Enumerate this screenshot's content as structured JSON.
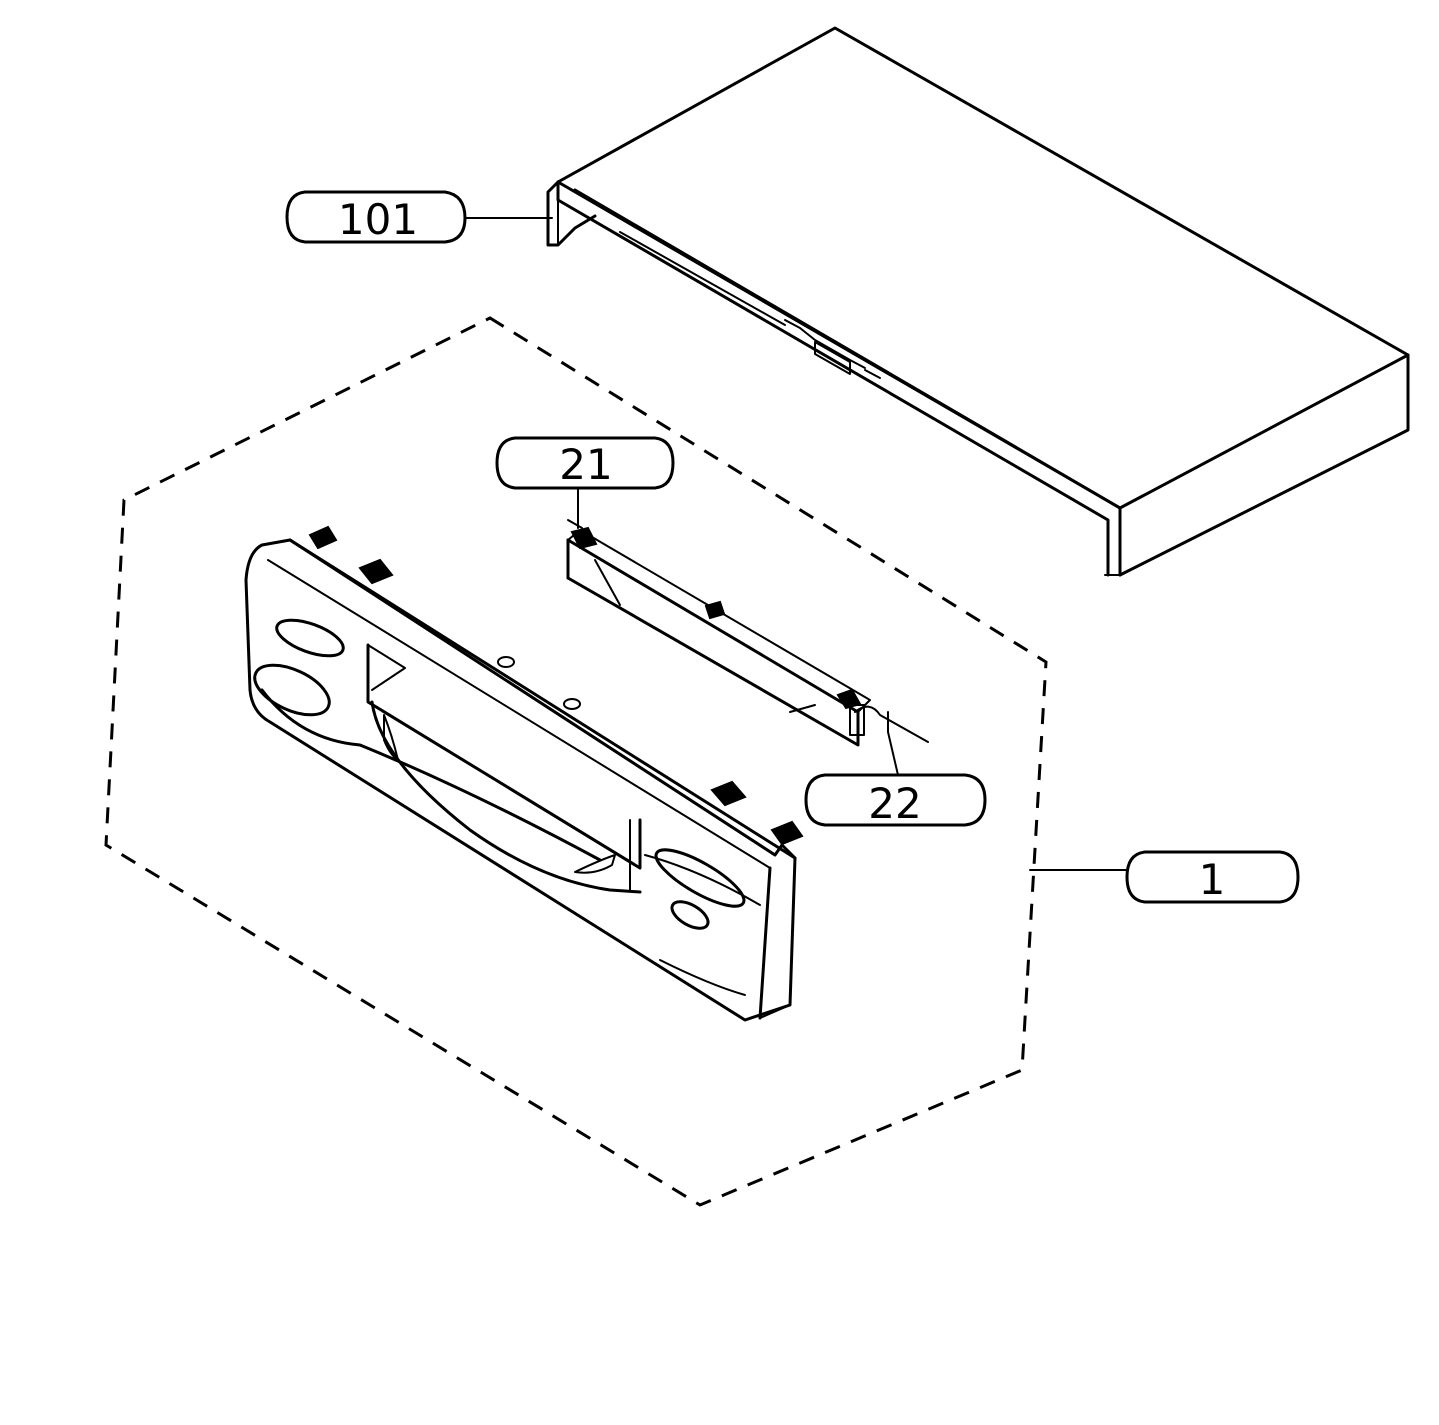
{
  "callouts": [
    {
      "id": "top-cover",
      "label": "101"
    },
    {
      "id": "window",
      "label": "21"
    },
    {
      "id": "spring",
      "label": "22"
    },
    {
      "id": "front-panel-assembly",
      "label": "1"
    }
  ]
}
